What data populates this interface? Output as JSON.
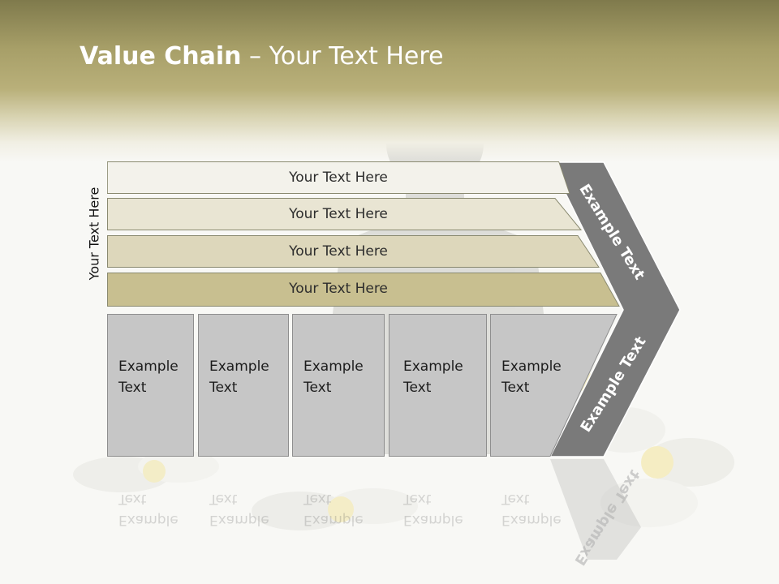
{
  "slide": {
    "title_bold": "Value Chain",
    "title_rest": " – Your Text Here",
    "side_label": "Your Text Here"
  },
  "bars": [
    {
      "label": "Your Text Here",
      "fill": "#f3f2eb"
    },
    {
      "label": "Your Text Here",
      "fill": "#e9e5d3"
    },
    {
      "label": "Your Text Here",
      "fill": "#ddd7bb"
    },
    {
      "label": "Your Text Here",
      "fill": "#c8bf90"
    }
  ],
  "boxes": [
    {
      "line1": "Example",
      "line2": "Text"
    },
    {
      "line1": "Example",
      "line2": "Text"
    },
    {
      "line1": "Example",
      "line2": "Text"
    },
    {
      "line1": "Example",
      "line2": "Text"
    },
    {
      "line1": "Example",
      "line2": "Text"
    }
  ],
  "chevron": {
    "upper_text": "Example Text",
    "lower_text": "Example Text"
  },
  "colors": {
    "header": "#a79f68",
    "box_fill": "#c6c6c6",
    "chevron_fill": "#7a7a7a",
    "bar_border": "#8a8a70"
  }
}
